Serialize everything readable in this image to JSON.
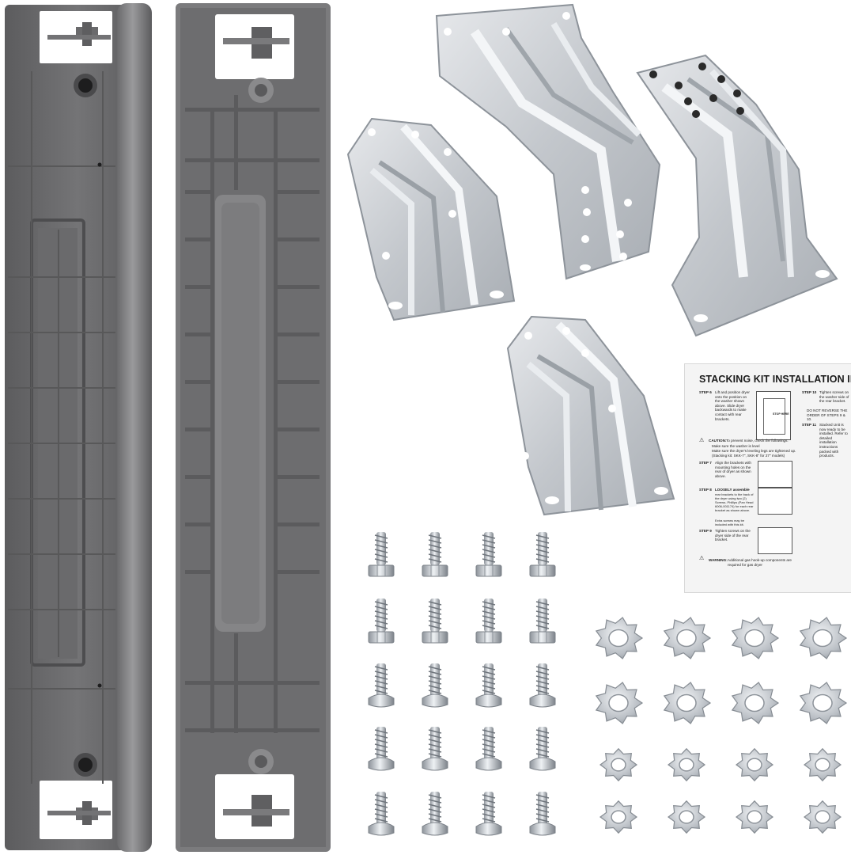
{
  "colors": {
    "plastic": "#6e6e70",
    "plastic_dark": "#505052",
    "plastic_light": "#8a8a8c",
    "steel": "#cfd2d6",
    "steel_dark": "#9ea2a8",
    "card_bg": "#f4f4f4"
  },
  "counts": {
    "screws_per_row": 4,
    "screw_rows": 5,
    "washer_cols": 4,
    "washer_rows": 4
  },
  "instruction_card": {
    "title": "STACKING KIT INSTALLATION INSTRUCTI",
    "step6_label": "STEP 6",
    "step6_text": "Lift and position dryer onto the position on the washer shown above. Slide dryer backwards to make contact with rear brackets.",
    "caution_label": "CAUTION:",
    "caution_text": "To prevent noise, check the followings.",
    "caution_b1": "Make sure the washer is level",
    "caution_b2": "Make sure the dryer's leveling legs are tightened up.",
    "caution_b3": "(Stacking kit: SKK-7\", SKK-8\" for 27\" models)",
    "step7_label": "STEP 7",
    "step7_text": "Align the brackets with mounting holes on the rear of dryer as shown above.",
    "step8_label": "STEP 8",
    "step8_bold": "LOOSELY assemble",
    "step8_text": "rear brackets to the back of the dryer using two (2) Screws- Phillips (Pan Head 6006-001174) for each rear bracket as shown above.",
    "step8_extra": "Extra screws may be included with this kit.",
    "step9_label": "STEP 9",
    "step9_text": "Tighten screws on the dryer side of the rear bracket.",
    "warning_label": "WARNING:",
    "warning_text": "Additional gas hook-up components are required for gas dryer",
    "step10_label": "STEP 10",
    "step10_text": "Tighten screws on the washer side of the rear bracket.",
    "note_text": "DO NOT REVERSE THE ORDER OF STEPS 9 & 10.",
    "step11_label": "STEP 11",
    "step11_text": "Stacked Unit is now ready to be installed. Refer to detailed installation instructions packed with products.",
    "figure_label": "STOP HERE"
  }
}
